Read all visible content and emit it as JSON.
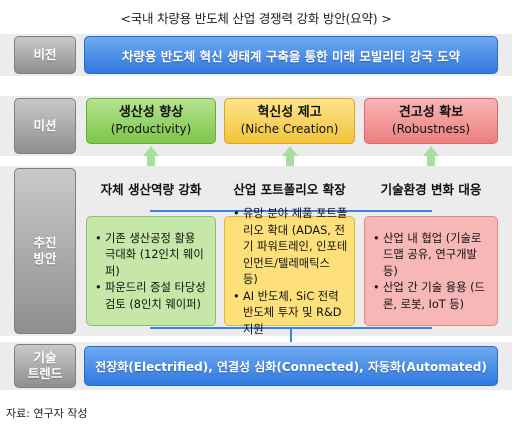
{
  "title": "<국내 차량용 반도체 산업 경쟁력 강화 방안(요약) >",
  "rows": {
    "vision_label": "비전",
    "mission_label": "미션",
    "strategy_label": "추진\n방안",
    "trend_label": "기술\n트렌드"
  },
  "vision": "차량용 반도체 혁신 생태계 구축을 통한 미래 모빌리티 강국 도약",
  "missions": [
    {
      "title": "생산성 향상",
      "sub": "(Productivity)",
      "color": "#8fd05a"
    },
    {
      "title": "혁신성 제고",
      "sub": "(Niche Creation)",
      "color": "#f7cf4a"
    },
    {
      "title": "견고성 확보",
      "sub": "(Robustness)",
      "color": "#f09191"
    }
  ],
  "strategies": [
    {
      "head": "자체 생산역량 강화",
      "items": [
        "기존 생산공정 활용 극대화 (12인치 웨이퍼)",
        "파운드리 증설 타당성 검토 (8인치 웨이퍼)"
      ]
    },
    {
      "head": "산업 포트폴리오 확장",
      "items": [
        "유망 분야 제품 포트폴리오 확대 (ADAS, 전기 파워트레인, 인포테인먼트/텔레매틱스 등)",
        "AI 반도체, SiC 전력반도체 투자 및 R&D 지원"
      ]
    },
    {
      "head": "기술환경 변화 대응",
      "items": [
        "산업 내 협업 (기술로드맵 공유, 연구개발 등)",
        "산업 간 기술 융용 (드론, 로봇, IoT 등)"
      ]
    }
  ],
  "trend": "전장화(Electrified), 연결성 심화(Connected), 자동화(Automated)",
  "source": "자료: 연구자 작성",
  "colors": {
    "blue": "#3b82e6",
    "gray": "#a6a6a6",
    "arrow": "#a8dfa0"
  }
}
